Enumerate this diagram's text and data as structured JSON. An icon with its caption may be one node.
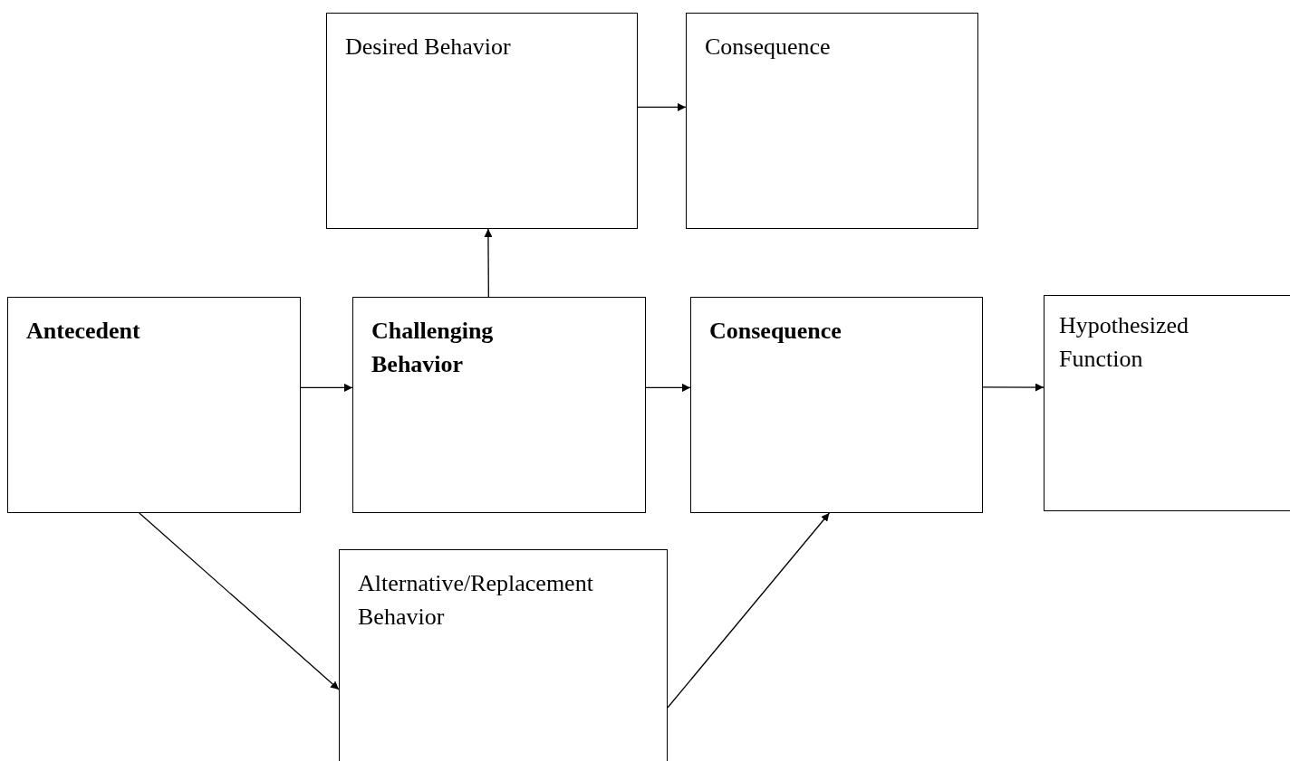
{
  "diagram": {
    "nodes": [
      {
        "text": [
          "Desired Behavior"
        ]
      },
      {
        "text": [
          "Consequence"
        ]
      },
      {
        "text": [
          "Antecedent"
        ]
      },
      {
        "text": [
          "Challenging Behavior"
        ]
      },
      {
        "text": [
          "Consequence"
        ]
      },
      {
        "text": [
          "Hypothesized Function"
        ]
      },
      {
        "text": [
          "Alternative/Replacement Behavior"
        ]
      }
    ],
    "edges": [
      {
        "from": 0,
        "to": 1,
        "arrow": "to"
      },
      {
        "from": 2,
        "to": 3,
        "arrow": "to"
      },
      {
        "from": 3,
        "to": 0,
        "arrow": "to"
      },
      {
        "from": 3,
        "to": 4,
        "arrow": "to"
      },
      {
        "from": 4,
        "to": 5,
        "arrow": "to"
      },
      {
        "from": 2,
        "to": 6,
        "arrow": "to"
      },
      {
        "from": 6,
        "to": 4,
        "arrow": "to"
      }
    ]
  }
}
